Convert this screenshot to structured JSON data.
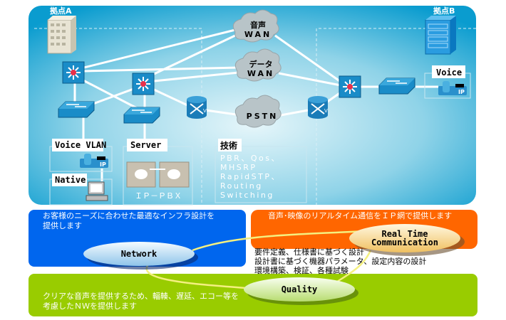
{
  "site_a": {
    "label": "拠点A",
    "voice_vlan": "Voice VLAN",
    "native": "Native",
    "server": "Server",
    "ip_pbx": "ＩＰ－ＰＢＸ"
  },
  "site_b": {
    "label": "拠点B",
    "voice": "Voice"
  },
  "clouds": {
    "voice_wan": [
      "音声",
      "WAN"
    ],
    "data_wan": [
      "データ",
      "WAN"
    ],
    "pstn": "PSTN"
  },
  "tech": {
    "title": "技術",
    "lines": [
      "PBR、Qos、",
      "MHSRP",
      "RapidSTP、",
      "Routing",
      "Switching"
    ]
  },
  "phone_badge": "IP",
  "services": {
    "network": {
      "text": [
        "お客様のニーズに合わせた最適なインフラ設計を",
        "提供します"
      ],
      "label": "Network",
      "color": "#0066ee"
    },
    "rtc": {
      "text": "音声･映像のリアルタイム通信をＩＰ網で提供します",
      "label": [
        "Real Time",
        "Communication"
      ],
      "color": "#ff6600"
    },
    "quality": {
      "text": [
        "クリアな音声を提供するため、輻輳、遅延、エコー等を",
        "考慮したＮＷを提供します"
      ],
      "label": "Quality",
      "color": "#99cc00"
    },
    "design_steps": [
      "要件定義、仕様書に基づく設計",
      "設計書に基づく機器パラメータ、設定内容の設計",
      "環境構築、検証、各種試験"
    ]
  }
}
